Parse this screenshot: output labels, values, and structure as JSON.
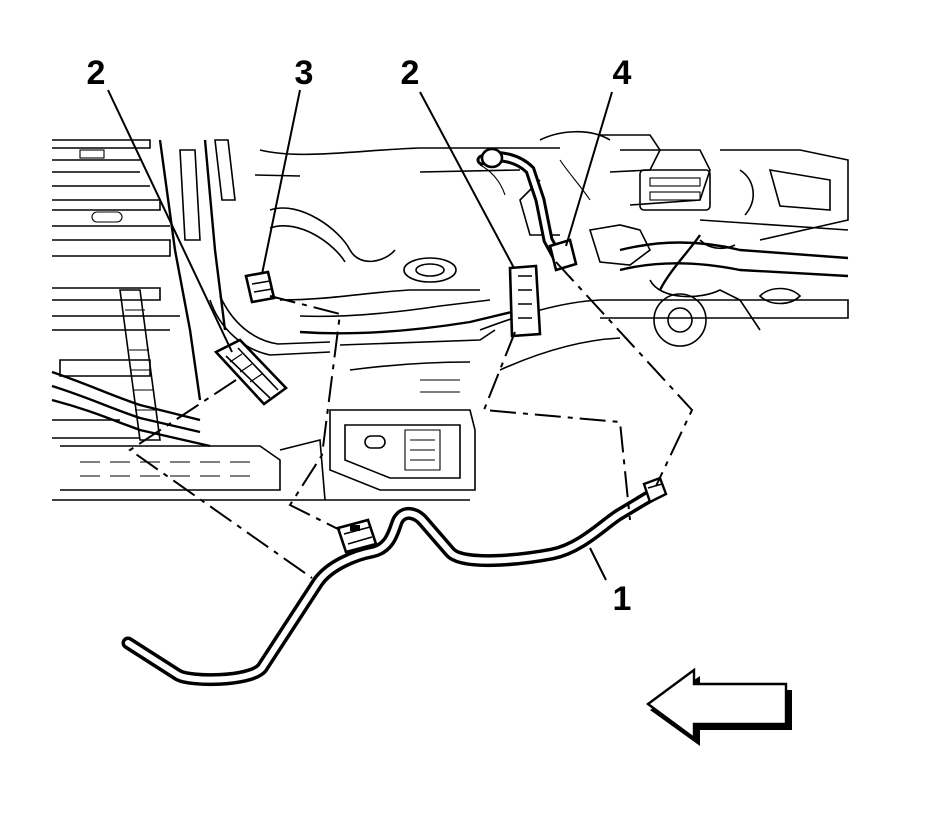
{
  "diagram": {
    "callouts": [
      {
        "id": "callout-2-left",
        "text": "2"
      },
      {
        "id": "callout-3",
        "text": "3"
      },
      {
        "id": "callout-2-right",
        "text": "2"
      },
      {
        "id": "callout-4",
        "text": "4"
      },
      {
        "id": "callout-1",
        "text": "1"
      }
    ],
    "direction_arrow_icon": "front-direction-arrow-icon",
    "colors": {
      "line": "#000000",
      "background": "#ffffff"
    }
  }
}
